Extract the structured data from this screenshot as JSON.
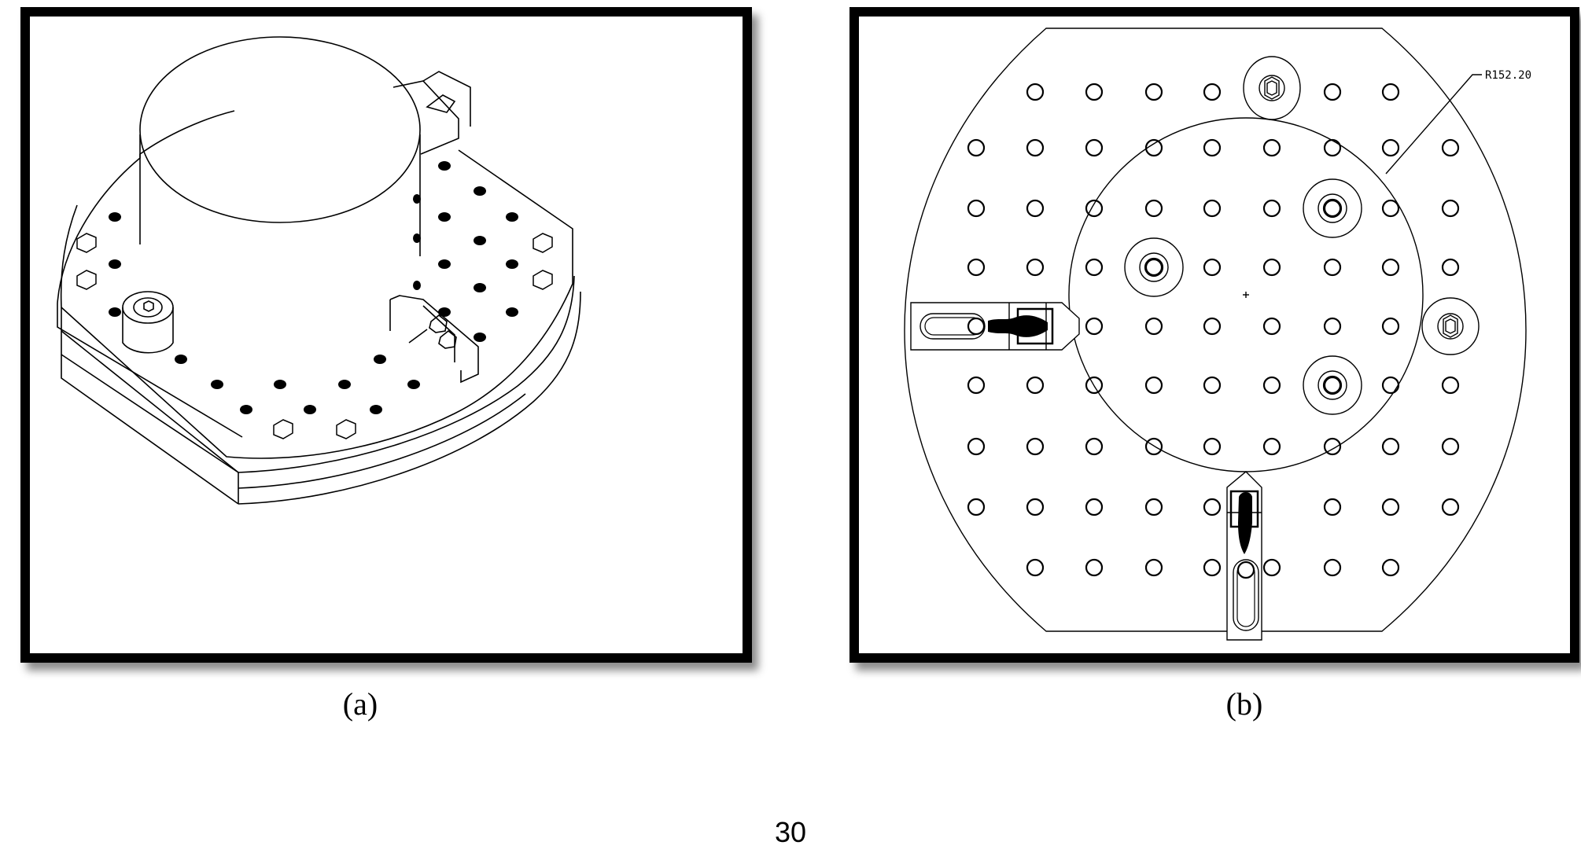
{
  "figure": {
    "panels": [
      {
        "id": "a",
        "caption": "(a)",
        "description": "Isometric view of fixture base plate with cylindrical workpiece, clamps, locating pins and hex bolts"
      },
      {
        "id": "b",
        "caption": "(b)",
        "description": "Top view of fixture base plate with grid of holes, workpiece outline circle, two slot clamps and locators",
        "dimension_label": "R152.20"
      }
    ],
    "page_number": "30"
  },
  "colors": {
    "line": "#000000",
    "background": "#ffffff",
    "frame": "#000000"
  }
}
